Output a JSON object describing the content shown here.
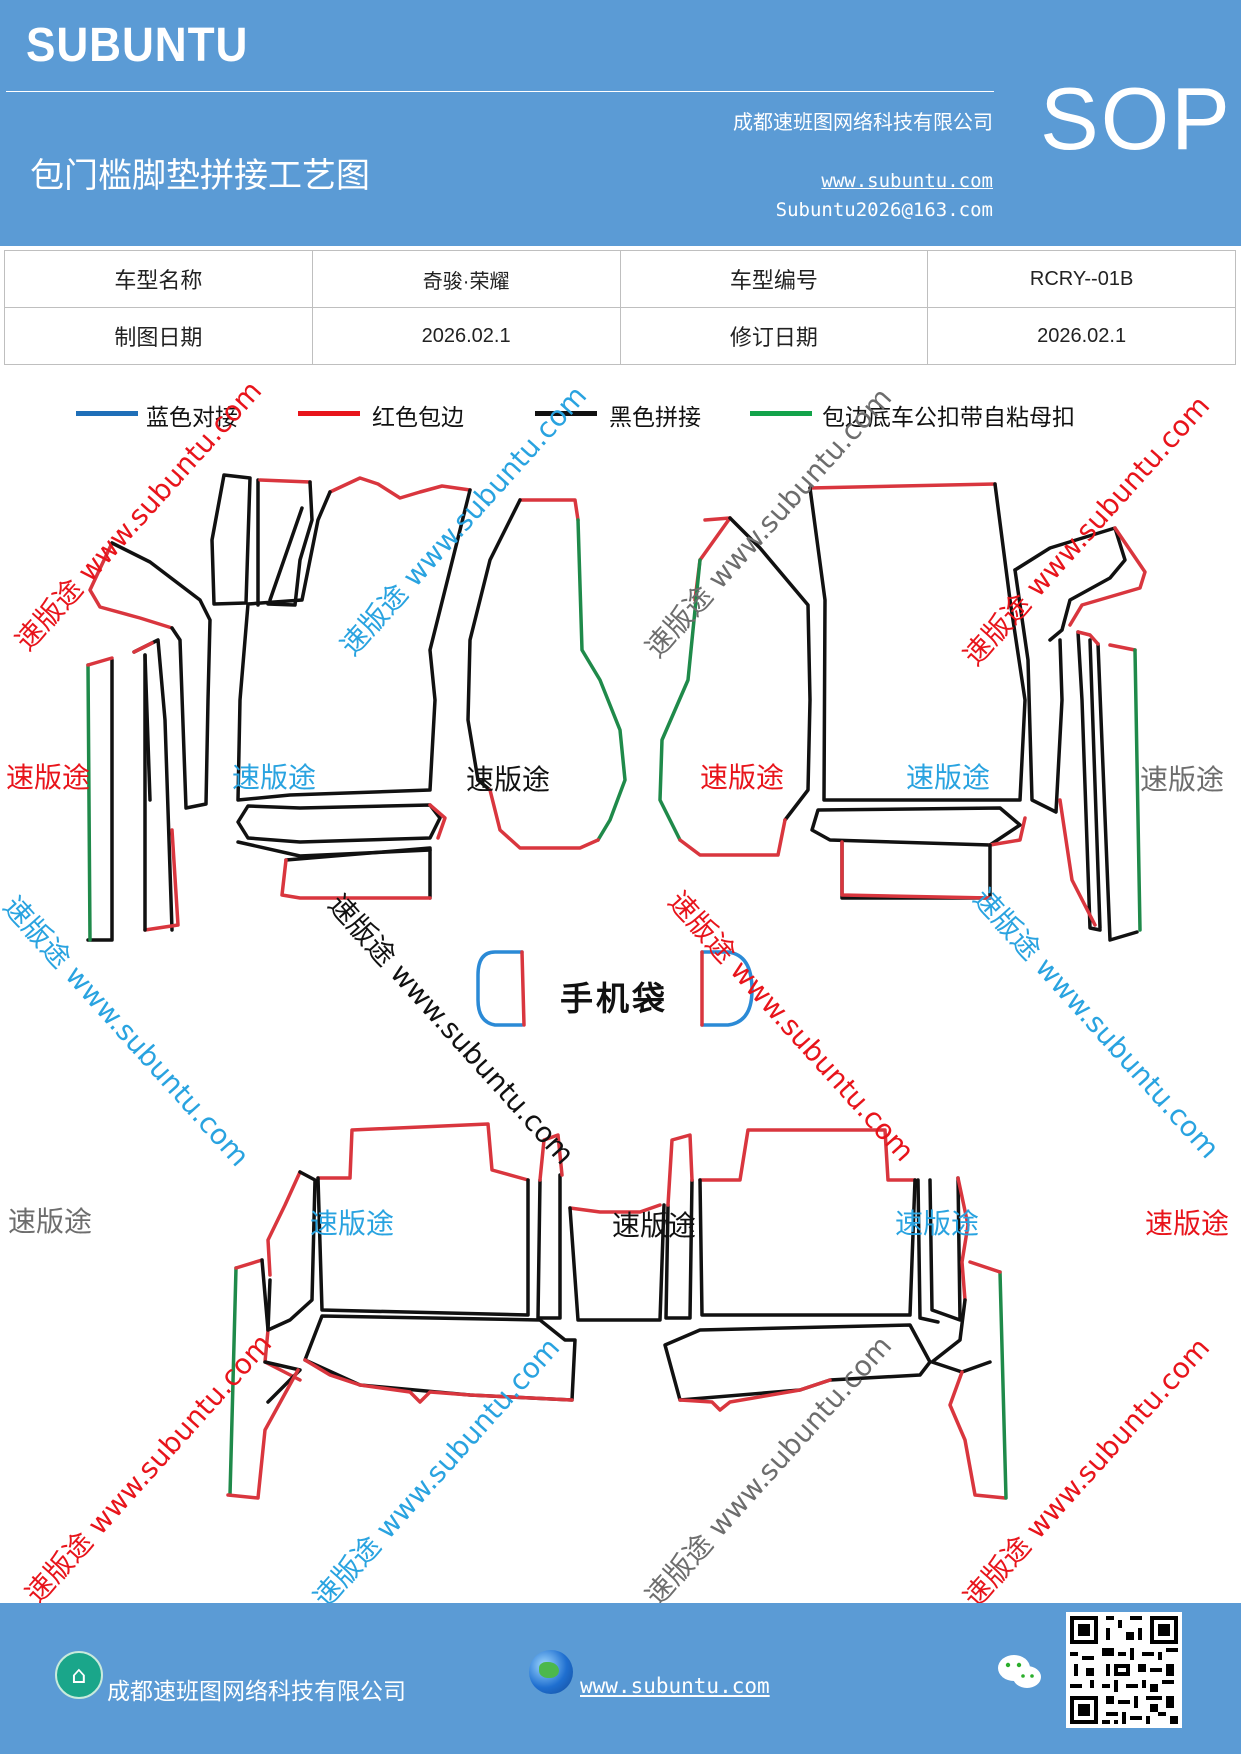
{
  "header": {
    "brand": "SUBUNTU",
    "badge": "SOP",
    "company": "成都速班图网络科技有限公司",
    "title": "包门槛脚垫拼接工艺图",
    "url": "www.subuntu.com",
    "email": "Subuntu2026@163.com",
    "background_color": "#5b9bd5"
  },
  "info_table": {
    "rows": [
      [
        {
          "label": "车型名称",
          "value": "奇骏·荣耀"
        },
        {
          "label": "车型编号",
          "value": "RCRY--01B"
        }
      ],
      [
        {
          "label": "制图日期",
          "value": "2026.02.1"
        },
        {
          "label": "修订日期",
          "value": "2026.02.1"
        }
      ]
    ]
  },
  "legend": [
    {
      "label": "蓝色对接",
      "color": "#1f6fb8"
    },
    {
      "label": "红色包边",
      "color": "#e8141b"
    },
    {
      "label": "黑色拼接",
      "color": "#111111"
    },
    {
      "label": "包边底车公扣带自粘母扣",
      "color": "#13a34a"
    }
  ],
  "diagram": {
    "pocket_label": "手机袋",
    "line_colors": {
      "red": "#d9363e",
      "black": "#111111",
      "green": "#1f8a4a",
      "blue": "#2b8ad6"
    }
  },
  "watermarks": {
    "label": "速版途",
    "diagonal_text": "速版途 www.subuntu.com",
    "url_text": "www.subuntu.com",
    "colors": {
      "red": "#e8141b",
      "blue": "#29a3e0",
      "gray": "#6d6d6d",
      "black": "#111111"
    }
  },
  "footer": {
    "company": "成都速班图网络科技有限公司",
    "url": "www.subuntu.com",
    "home_icon": "home-icon",
    "globe_icon": "globe-icon",
    "wechat_icon": "wechat-icon",
    "qr_icon": "qr-code-icon"
  }
}
